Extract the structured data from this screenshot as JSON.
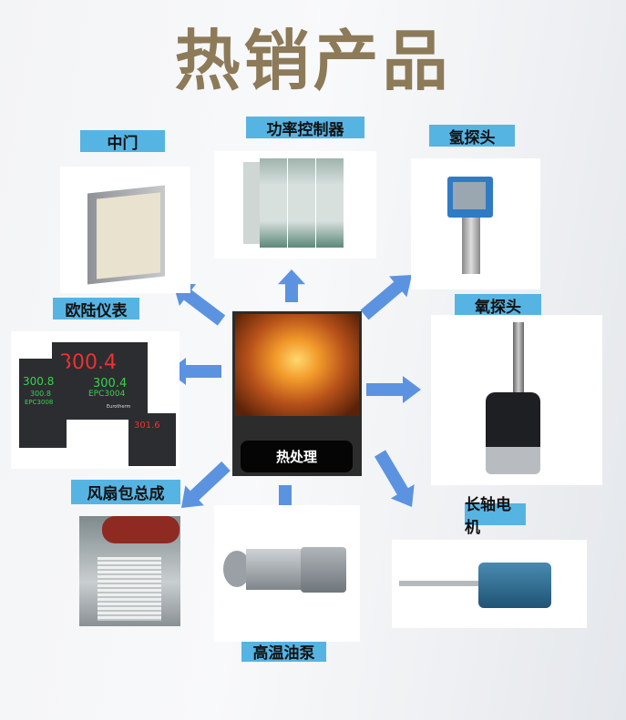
{
  "title": "热销产品",
  "center": {
    "label": "热处理"
  },
  "products": {
    "door": "中门",
    "power_controller": "功率控制器",
    "hydrogen_probe": "氢探头",
    "eurotherm": "欧陆仪表",
    "oxygen_probe": "氧探头",
    "fan_assembly": "风扇包总成",
    "long_shaft_motor": "长轴电机",
    "oil_pump": "高温油泵"
  },
  "eurotherm_display": {
    "main_big": "300.4",
    "main_small": "300.4",
    "main_model": "EPC3004",
    "left_big": "300.8",
    "left_small": "300.8",
    "left_model": "EPC3008",
    "small_big": "301.6",
    "brand": "Eurotherm"
  },
  "colors": {
    "title": "#8c7a58",
    "label_bg": "#56b4e3",
    "arrow": "#5b93e0"
  }
}
